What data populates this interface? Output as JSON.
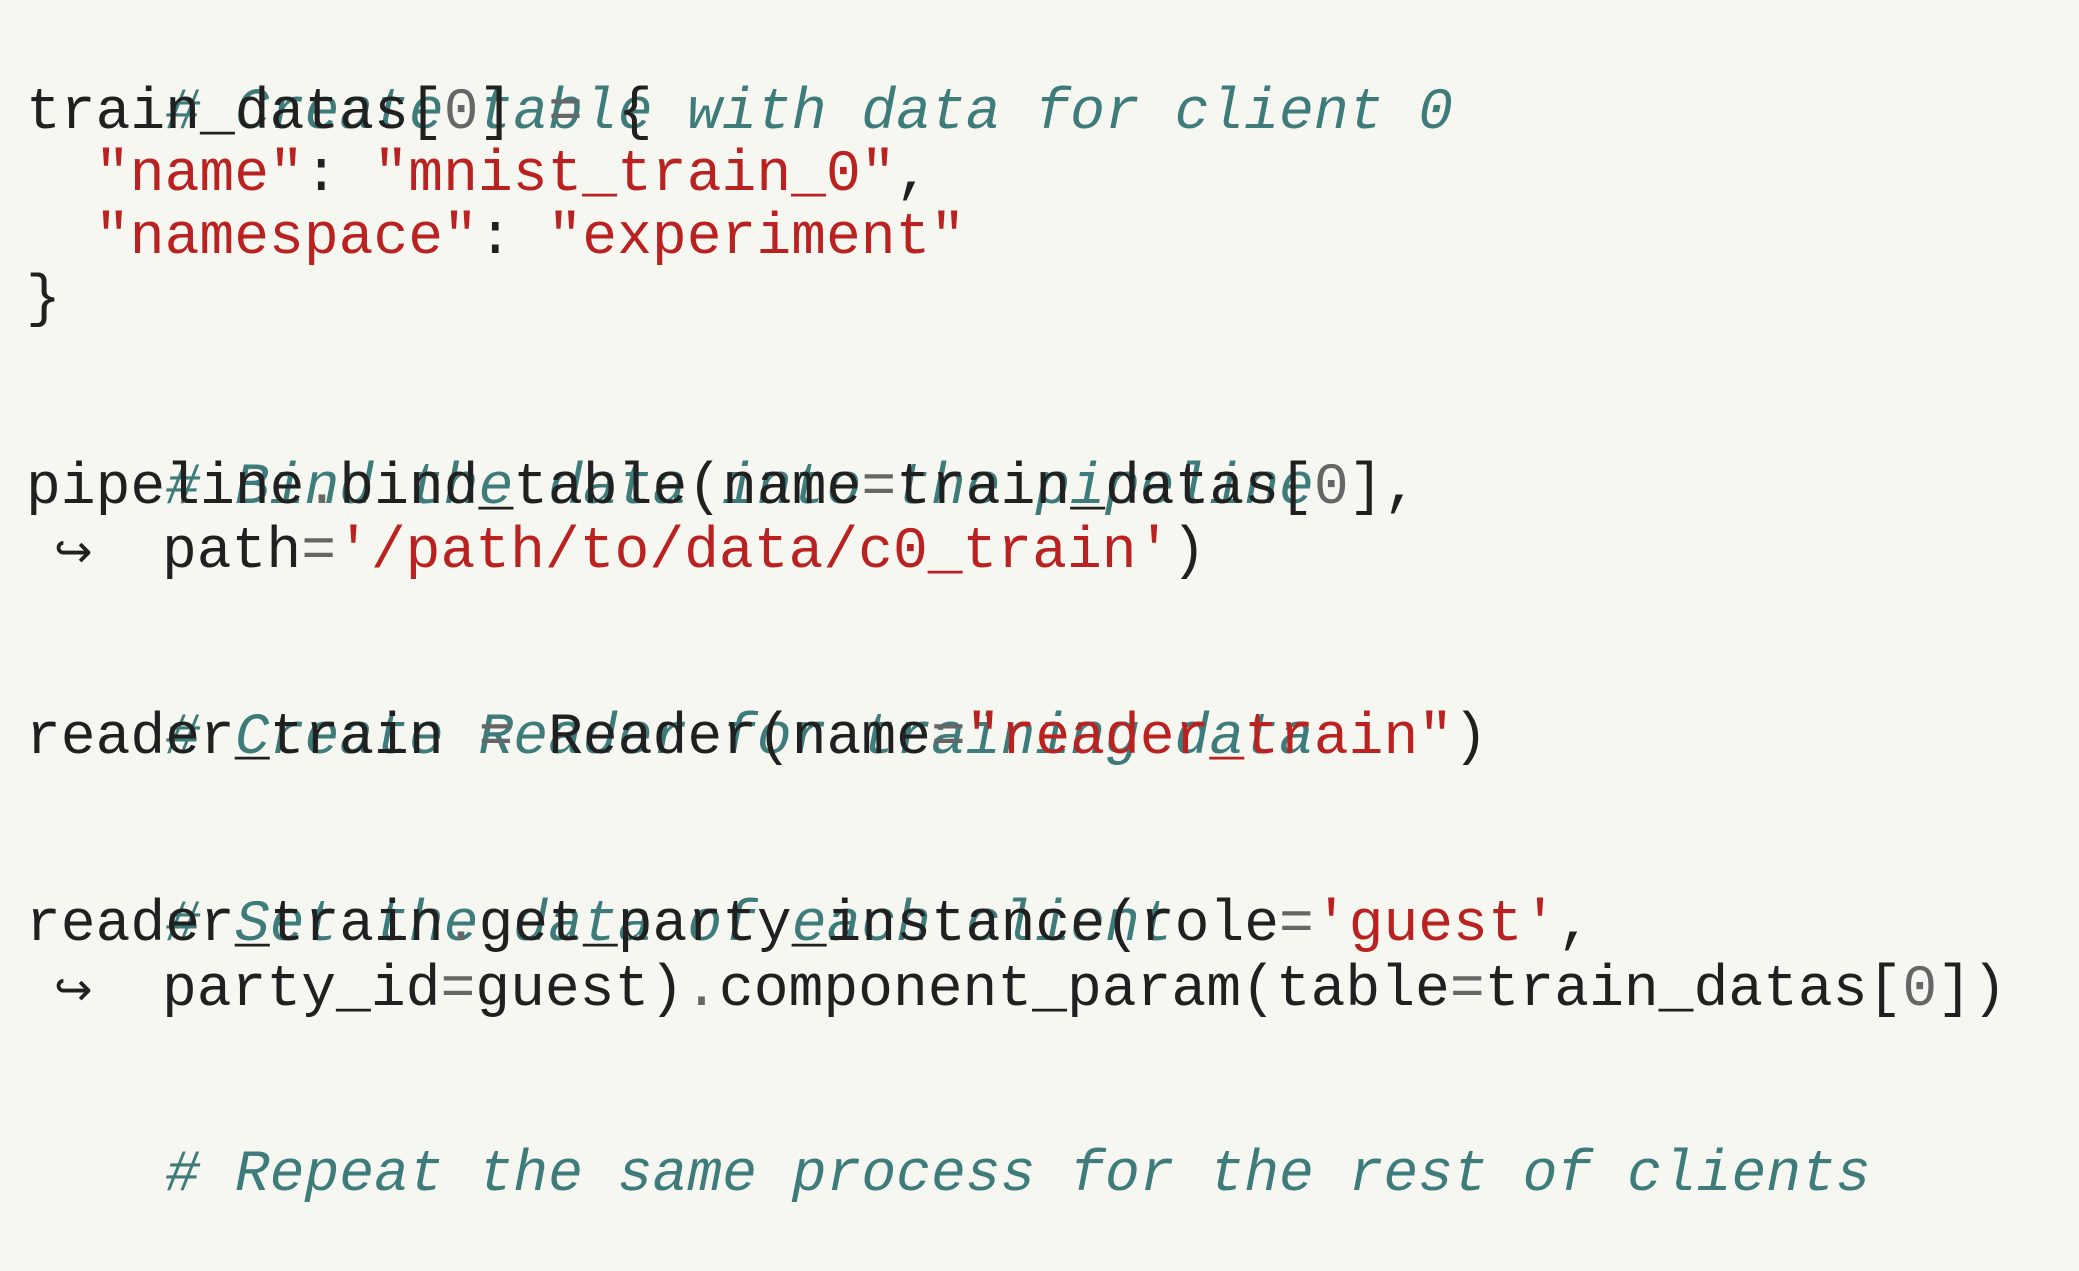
{
  "colors": {
    "background": "#f7f7f1",
    "text": "#202020",
    "comment": "#3e7b7b",
    "string": "#ba2121",
    "number": "#666666",
    "operator": "#666666"
  },
  "code": {
    "l1_comment": "# Create table with data for client 0",
    "l2_var": "train_datas",
    "l2_open_bracket": "[",
    "l2_index": "0",
    "l2_close_bracket": "]",
    "l2_assign": " = ",
    "l2_brace": "{",
    "l3_key": "\"name\"",
    "l3_colon": ": ",
    "l3_value": "\"mnist_train_0\"",
    "l3_comma": ",",
    "l4_key": "\"namespace\"",
    "l4_colon": ": ",
    "l4_value": "\"experiment\"",
    "l5_brace": "}",
    "l7_comment": "# Bind the data into the pipeline",
    "l8_obj": "pipeline",
    "l8_dot": ".",
    "l8_call": "bind_table(name",
    "l8_eq": "=",
    "l8_arg": "train_datas[",
    "l8_index": "0",
    "l8_end": "],",
    "l9_arrow": "↪",
    "l9_param": "path",
    "l9_eq": "=",
    "l9_value": "'/path/to/data/c0_train'",
    "l9_end": ")",
    "l11_comment": "# Create Reader for training data",
    "l12_var": "reader_train",
    "l12_assign": " = ",
    "l12_call": "Reader(name",
    "l12_eq": "=",
    "l12_value": "\"reader_train\"",
    "l12_end": ")",
    "l14_comment": "# Set the data of each client",
    "l15_obj": "reader_train",
    "l15_dot": ".",
    "l15_call": "get_party_instance(role",
    "l15_eq": "=",
    "l15_value": "'guest'",
    "l15_end": ",",
    "l16_arrow": "↪",
    "l16_param": "party_id",
    "l16_eq": "=",
    "l16_arg": "guest)",
    "l16_dot": ".",
    "l16_call": "component_param(table",
    "l16_eq2": "=",
    "l16_arg2": "train_datas[",
    "l16_index": "0",
    "l16_end": "])",
    "l18_comment": "# Repeat the same process for the rest of clients"
  }
}
